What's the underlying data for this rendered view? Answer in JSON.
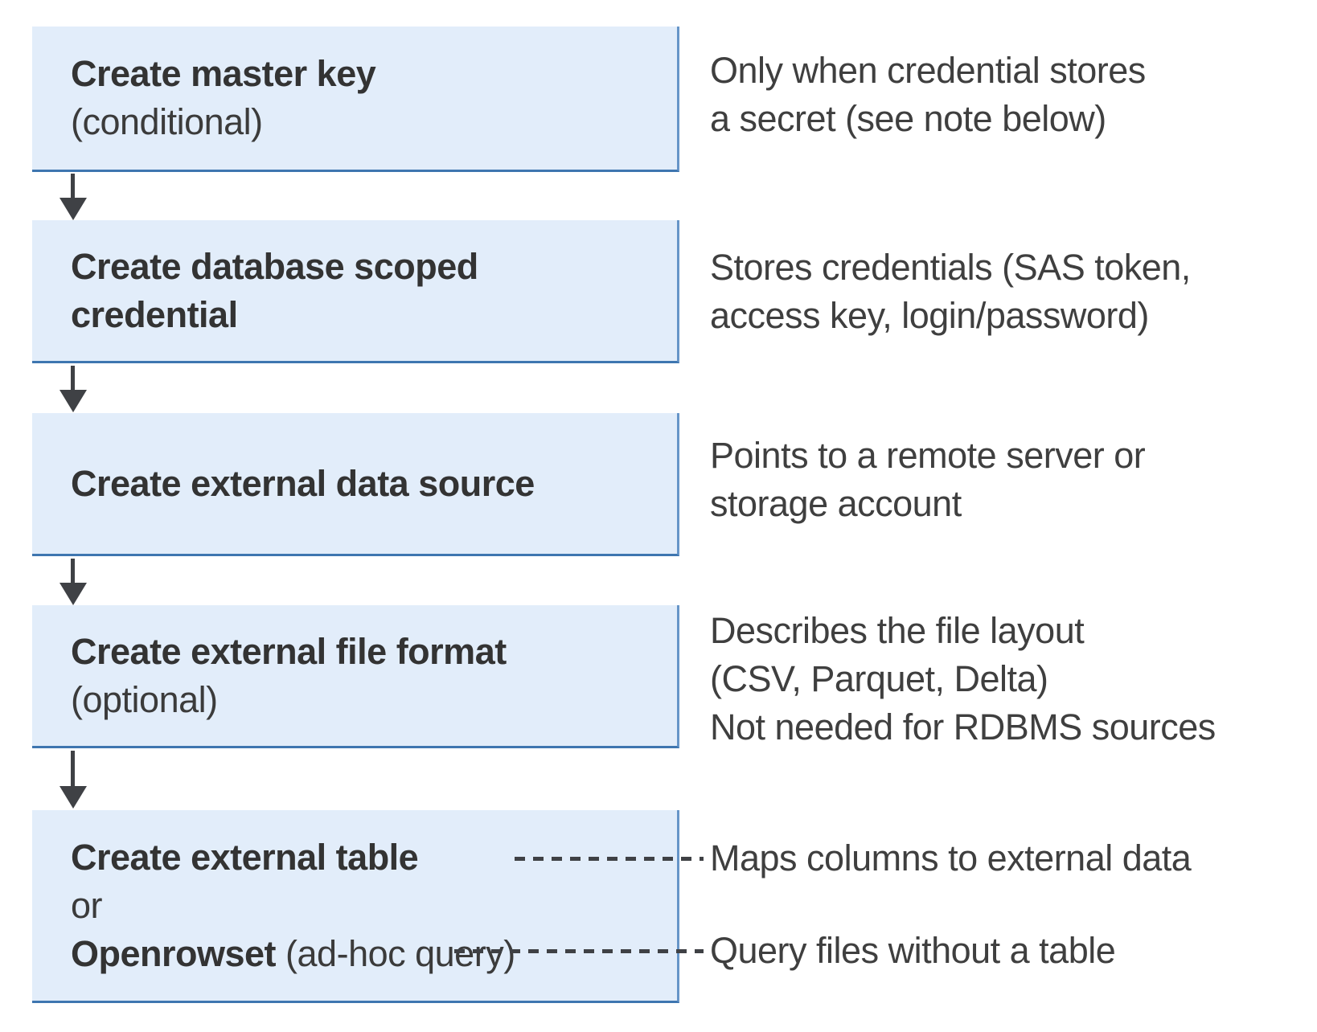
{
  "colors": {
    "box_fill": "#e2edfa",
    "box_border_bottom": "#3e76b0",
    "box_border_right": "#6695c8",
    "arrow": "#3f4145",
    "title_text": "#333333",
    "body_text": "#3f3f3f"
  },
  "steps": [
    {
      "title": "Create master key",
      "subtitle": "(conditional)",
      "note": "Only when credential stores\na secret (see note below)"
    },
    {
      "title_line1": "Create database scoped",
      "title_line2": "credential",
      "note": "Stores credentials (SAS token,\naccess key, login/password)"
    },
    {
      "title": "Create external data source",
      "note": "Points to a remote server or\nstorage account"
    },
    {
      "title": "Create external file format",
      "subtitle": "(optional)",
      "note": "Describes the file layout\n(CSV, Parquet, Delta)\nNot needed for RDBMS sources"
    },
    {
      "title": "Create external table",
      "or_label": "or",
      "alt_title": "Openrowset",
      "alt_suffix": " (ad-hoc query)",
      "note_table": "Maps columns to external data",
      "note_openrowset": "Query files without a table"
    }
  ]
}
